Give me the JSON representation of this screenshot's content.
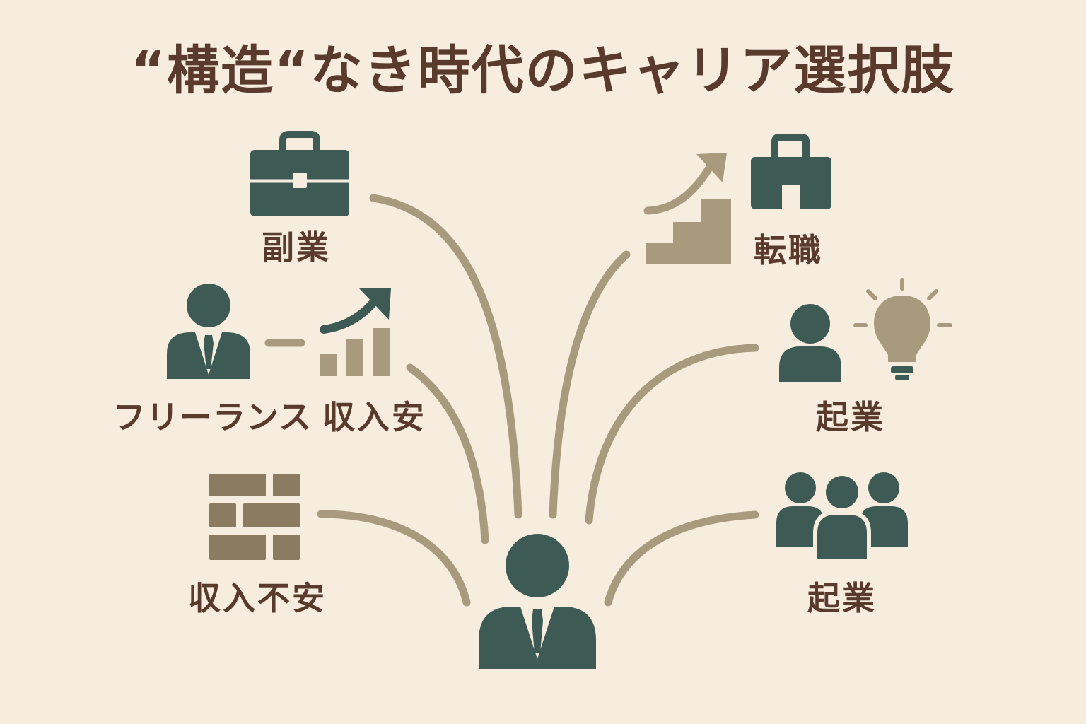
{
  "title": "“構造“なき時代のキャリア選択肢",
  "labels": {
    "side_job": "副業",
    "job_change": "転職",
    "freelance": "フリーランス",
    "income_stable": "収入安",
    "startup_1": "起業",
    "startup_2": "起業",
    "income_anxiety": "収入不安"
  },
  "colors": {
    "background": "#F6EDDE",
    "dark_green": "#3D5A54",
    "olive": "#A89A7C",
    "brown_text": "#5A3A2C"
  },
  "icons": {
    "side_job": "briefcase-icon",
    "job_change": "stairs-arrow-icon",
    "job_change_2": "office-bag-icon",
    "freelance": "person-tie-icon",
    "income_stable": "growth-chart-icon",
    "startup_1": "person-icon",
    "startup_1_2": "lightbulb-icon",
    "startup_2": "group-icon",
    "income_anxiety": "brick-wall-icon",
    "center": "businessperson-icon"
  }
}
